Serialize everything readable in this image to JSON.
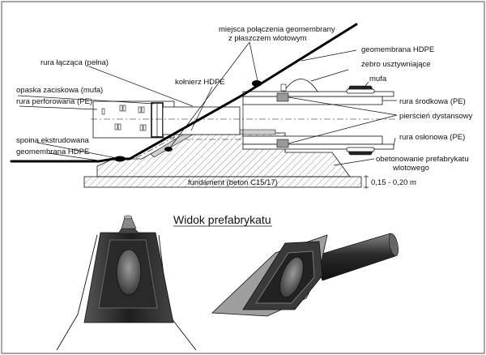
{
  "labels": {
    "rura_laczaca": "rura łącząca (pełna)",
    "opaska": "opaska zaciskowa (mufa)",
    "rura_perforowana": "rura perforowana (PE)",
    "spoina": "spoina ekstrudowana",
    "geomembrana_left": "geomembrana HDPE",
    "kolnierz": "kołnierz HDPE",
    "miejsca_line1": "miejsca połączenia geomembrany",
    "miejsca_line2": "z płaszczem wlotowym",
    "geomembrana_right": "geomembrana HDPE",
    "zebro": "żebro usztywniające",
    "mufa": "mufa",
    "rura_srodkowa": "rura środkowa (PE)",
    "pierscien": "pierścień dystansowy",
    "rura_oslonowa": "rura osłonowa (PE)",
    "obetonowanie_line1": "obetonowanie prefabrykatu",
    "obetonowanie_line2": "wlotowego",
    "fundament": "fundament (beton C15/17)",
    "dimension": "0,15 - 0,20 m",
    "widok_title": "Widok prefabrykatu"
  },
  "colors": {
    "frame": "#8a8a8a",
    "line": "#111111",
    "dark_fill": "#333333",
    "mid_fill": "#666666",
    "light_fill": "#bdbdbd"
  }
}
